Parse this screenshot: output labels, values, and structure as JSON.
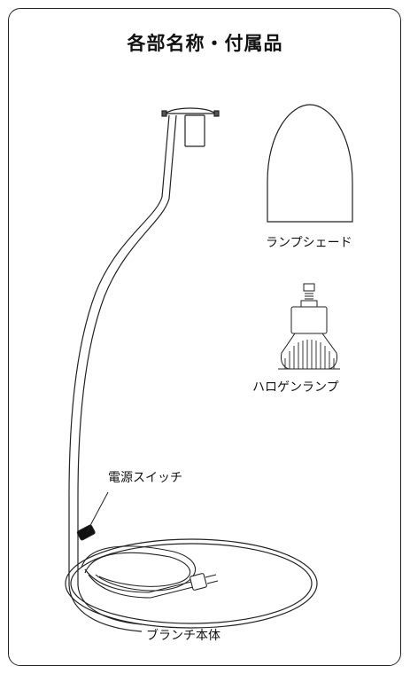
{
  "title": "各部名称・付属品",
  "parts": {
    "lamp_shade": "ランプシェード",
    "halogen_lamp": "ハロゲンランプ",
    "power_switch": "電源スイッチ",
    "branch_body": "ブランチ本体"
  }
}
